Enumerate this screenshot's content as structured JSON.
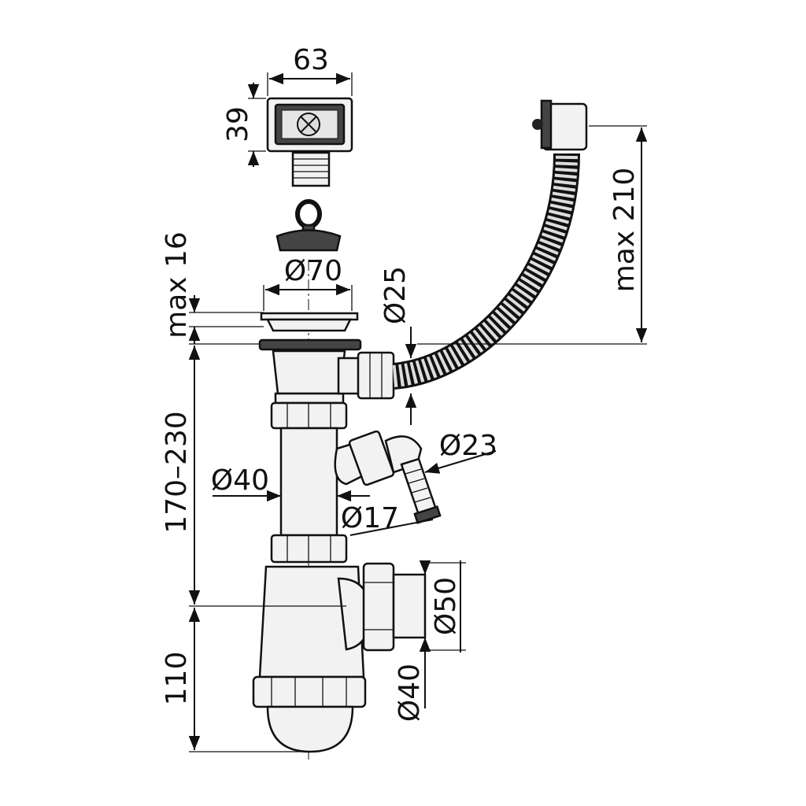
{
  "title": "Sink siphon technical drawing",
  "dimensions": {
    "overflow_width": "63",
    "overflow_height": "39",
    "plug_max": "max 16",
    "strainer_diameter": "Ø70",
    "overflow_hose_diameter": "Ø25",
    "overflow_hose_length": "max 210",
    "height_adjust": "170–230",
    "pipe_diameter": "Ø40",
    "side_nozzle_outer": "Ø23",
    "side_nozzle_inner": "Ø17",
    "outlet_large": "Ø50",
    "outlet_small": "Ø40",
    "trap_height": "110"
  },
  "arrowhead": "arrowhead"
}
